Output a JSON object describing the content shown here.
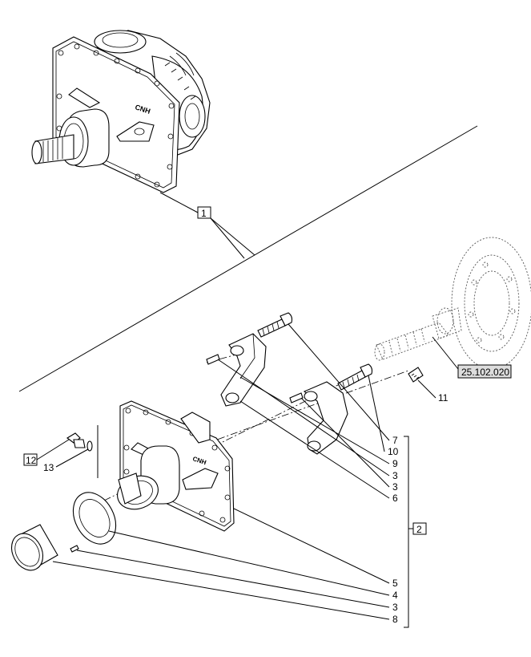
{
  "callouts": {
    "c1": "1",
    "c2": "2",
    "c3a": "3",
    "c3b": "3",
    "c3c": "3",
    "c4": "4",
    "c5": "5",
    "c6": "6",
    "c7": "7",
    "c8": "8",
    "c9": "9",
    "c10": "10",
    "c11": "11",
    "c12": "12",
    "c13": "13",
    "ref": "25.102.020"
  },
  "logo_text": "CNH",
  "colors": {
    "line": "#000000",
    "ref_box_fill": "#dddddd"
  }
}
